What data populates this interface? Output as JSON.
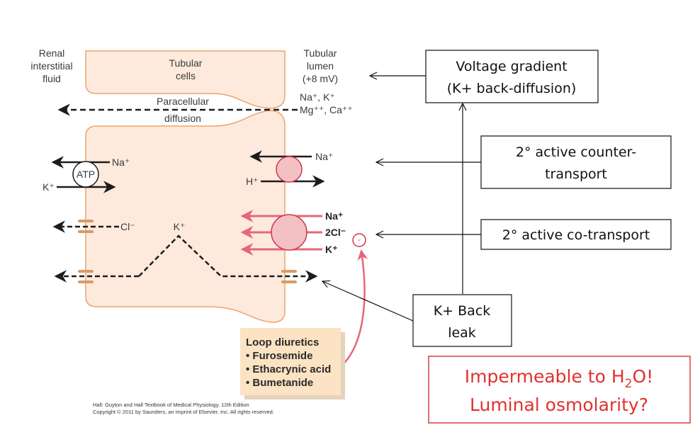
{
  "diagram": {
    "compartments": {
      "interstitial": [
        "Renal",
        "interstitial",
        "fluid"
      ],
      "cells": [
        "Tubular",
        "cells"
      ],
      "lumen": [
        "Tubular",
        "lumen",
        "(+8 mV)"
      ]
    },
    "paracellular": {
      "label_top": "Paracellular",
      "label_bottom": "diffusion",
      "ions_line1": "Na⁺, K⁺",
      "ions_line2": "Mg⁺⁺, Ca⁺⁺"
    },
    "basolateral": {
      "pump_label": "ATP",
      "na": "Na⁺",
      "k": "K⁺",
      "cl": "Cl⁻"
    },
    "apical": {
      "exchanger_na": "Na⁺",
      "exchanger_h": "H⁺",
      "nkcc_na": "Na⁺",
      "nkcc_cl": "2Cl⁻",
      "nkcc_k": "K⁺",
      "inhibit_symbol": "-"
    },
    "k_recycle": "K⁺",
    "drugs": {
      "title": "Loop diuretics",
      "items": [
        "• Furosemide",
        "• Ethacrynic acid",
        "• Bumetanide"
      ]
    },
    "credit": [
      "Hall: Guyton and Hall Textbook of Medical Physiology, 12th Edition",
      "Copyright © 2011 by Saunders, an imprint of Elsevier, Inc. All rights reserved."
    ]
  },
  "annotations": {
    "voltage": [
      "Voltage gradient",
      "(K+ back-diffusion)"
    ],
    "counter": [
      "2° active counter-",
      "transport"
    ],
    "cotransport": "2° active co-transport",
    "backleak": [
      "K+ Back",
      "leak"
    ],
    "warning": {
      "line1_pre": "Impermeable to H",
      "line1_sub": "2",
      "line1_post": "O!",
      "line2": "Luminal osmolarity?"
    }
  },
  "colors": {
    "cell_fill": "#fdeadd",
    "cell_stroke": "#eda36b",
    "channel": "#d99a66",
    "transporter_fill": "#f3c0c4",
    "transporter_stroke": "#d2344f",
    "red_arrow": "#e4687a",
    "drug_box": "#fbe3c3",
    "warning": "#e0322d"
  }
}
